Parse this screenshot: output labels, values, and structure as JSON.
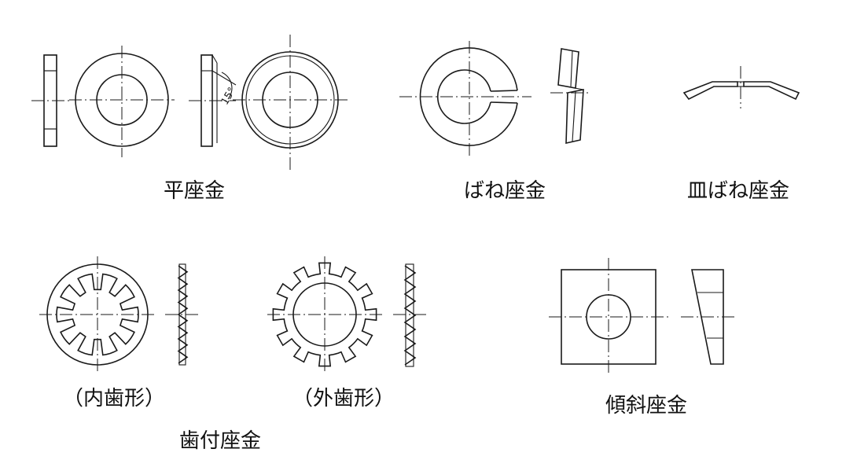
{
  "labels": {
    "flat_washer": "平座金",
    "spring_washer": "ばね座金",
    "conical_spring_washer": "皿ばね座金",
    "internal_tooth": "（内歯形）",
    "external_tooth": "（外歯形）",
    "toothed_washer": "歯付座金",
    "taper_washer": "傾斜座金"
  },
  "dimension_text": "15°"
}
